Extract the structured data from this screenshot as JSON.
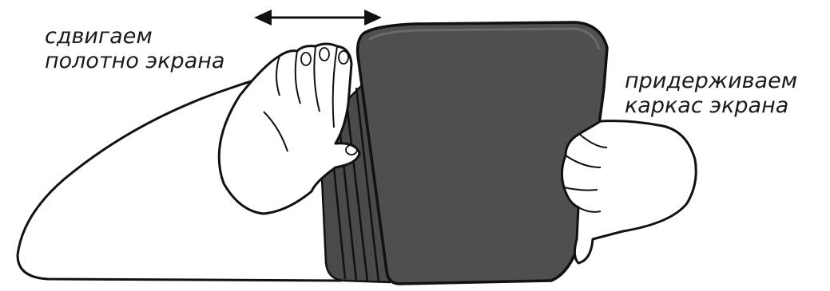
{
  "captions": {
    "left": {
      "line1": "сдвигаем",
      "line2": "полотно экрана"
    },
    "right": {
      "line1": "придерживаем",
      "line2": "каркас экрана"
    }
  },
  "colors": {
    "screen_fill": "#4f4f4f",
    "screen_edge": "#2e2e2e",
    "outline": "#111111",
    "hand_fill": "#ffffff",
    "background": "#ffffff"
  },
  "icons": {
    "arrow": "double-headed-arrow",
    "left_hand": "hand-sliding-panel",
    "right_hand": "hand-holding-frame"
  }
}
